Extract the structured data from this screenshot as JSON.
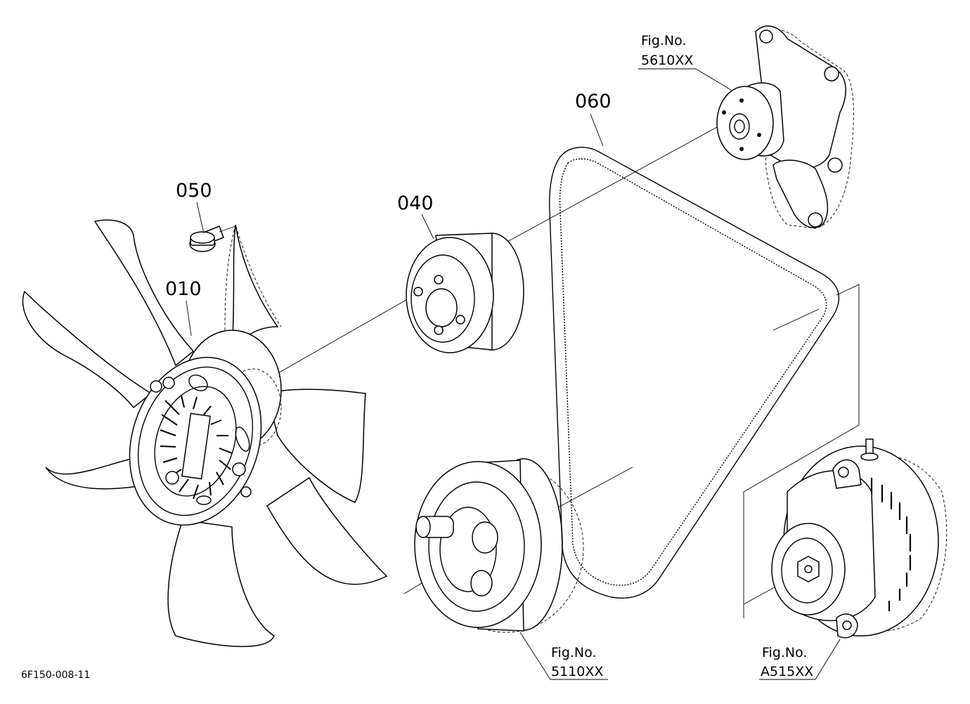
{
  "parts": [
    {
      "id": "fan",
      "label": "010"
    },
    {
      "id": "pulley",
      "label": "040"
    },
    {
      "id": "bolt",
      "label": "050"
    },
    {
      "id": "belt",
      "label": "060"
    }
  ],
  "references": [
    {
      "id": "water-pump",
      "caption": "Fig.No.",
      "number": "5610XX"
    },
    {
      "id": "crank-pulley",
      "caption": "Fig.No.",
      "number": "5110XX"
    },
    {
      "id": "alternator",
      "caption": "Fig.No.",
      "number": "A515XX"
    }
  ],
  "drawing_code": "6F150-008-11"
}
